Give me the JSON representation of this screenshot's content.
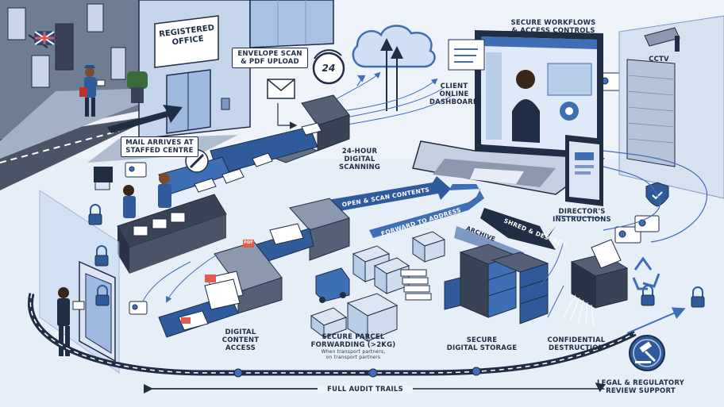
{
  "sign": {
    "line1": "Registered",
    "line2": "Office"
  },
  "clock": {
    "value": "24"
  },
  "labels": {
    "envelope_scan": {
      "line1": "Envelope Scan",
      "line2": "& PDF Upload"
    },
    "mail_arrives": {
      "line1": "Mail Arrives at",
      "line2": "Staffed Centre"
    },
    "scanning": {
      "line1": "24-Hour",
      "line2": "Digital",
      "line3": "Scanning"
    },
    "dashboard": {
      "line1": "Client",
      "line2": "Online",
      "line3": "Dashboard"
    },
    "workflows": {
      "line1": "Secure Workflows",
      "line2": "& Access Controls"
    },
    "cctv": "CCTV",
    "director": {
      "line1": "Director's",
      "line2": "Instructions"
    },
    "digital_access": {
      "line1": "Digital",
      "line2": "Content",
      "line3": "Access"
    },
    "parcel": {
      "line1": "Secure Parcel",
      "line2": "Forwarding (>2kg)",
      "note1": "When transport partners,",
      "note2": "on transport partners"
    },
    "storage": {
      "line1": "Secure",
      "line2": "Digital Storage"
    },
    "destruction": {
      "line1": "Confidential",
      "line2": "Destruction"
    },
    "audit": "Full Audit Trails",
    "legal": {
      "line1": "Legal & Regulatory",
      "line2": "Review Support"
    }
  },
  "arrows": {
    "open_scan": "Open & Scan Contents",
    "forward": "Forward to Address",
    "archive": "Archive",
    "shred": "Shred & Destroy"
  },
  "tags": {
    "pdf": "PDF"
  },
  "colors": {
    "background": "#eef3fa",
    "navy": "#1f2d45",
    "blue": "#3e6fb5",
    "lightblue": "#b8cde8",
    "accent_red": "#e25d4f"
  }
}
